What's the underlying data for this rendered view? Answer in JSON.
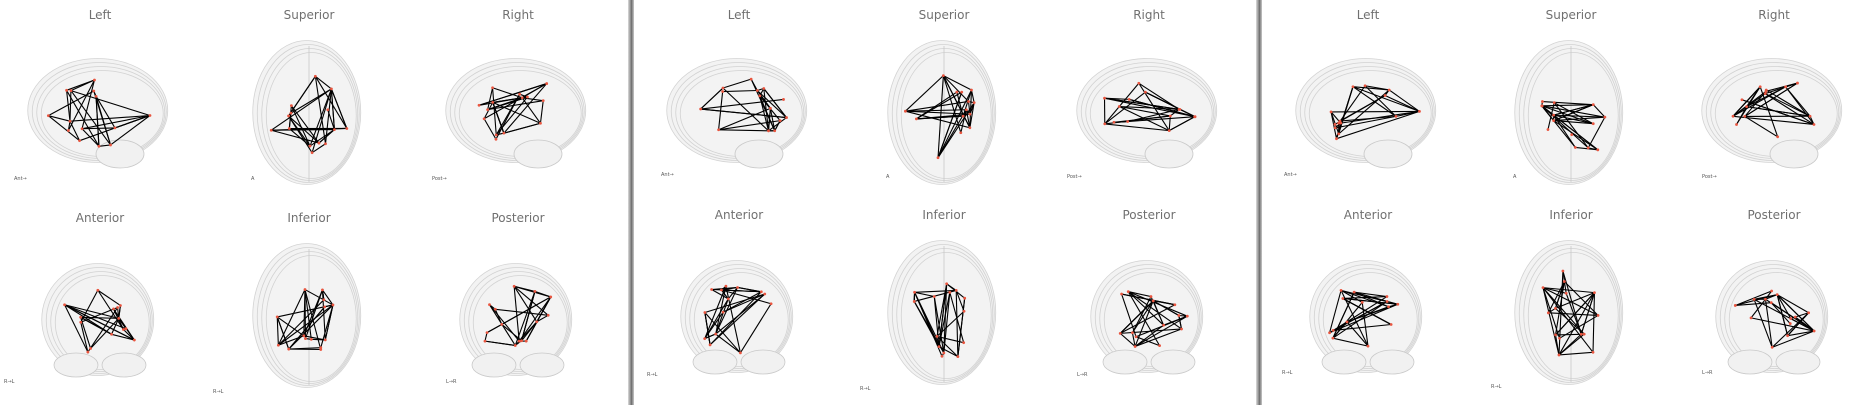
{
  "colors": {
    "edge": "#000000",
    "node": "#e8553f",
    "brain_fill": "#f1f1f1",
    "brain_stroke": "#c9c9c9",
    "title": "#707070"
  },
  "panels": [
    {
      "views": [
        {
          "title": "Left",
          "axis": "Ant→",
          "shape": "lateral",
          "seed": 3
        },
        {
          "title": "Superior",
          "axis": "A",
          "shape": "top",
          "seed": 7
        },
        {
          "title": "Right",
          "axis": "Post→",
          "shape": "lateral",
          "seed": 11
        },
        {
          "title": "Anterior",
          "axis": "R→L",
          "shape": "front",
          "seed": 13
        },
        {
          "title": "Inferior",
          "axis": "R→L",
          "shape": "top",
          "seed": 17
        },
        {
          "title": "Posterior",
          "axis": "L→R",
          "shape": "front",
          "seed": 19
        }
      ]
    },
    {
      "views": [
        {
          "title": "Left",
          "axis": "Ant→",
          "shape": "lateral",
          "seed": 23
        },
        {
          "title": "Superior",
          "axis": "A",
          "shape": "top",
          "seed": 29
        },
        {
          "title": "Right",
          "axis": "Post→",
          "shape": "lateral",
          "seed": 31
        },
        {
          "title": "Anterior",
          "axis": "R→L",
          "shape": "front",
          "seed": 37
        },
        {
          "title": "Inferior",
          "axis": "R→L",
          "shape": "top",
          "seed": 41
        },
        {
          "title": "Posterior",
          "axis": "L→R",
          "shape": "front",
          "seed": 43
        }
      ]
    },
    {
      "views": [
        {
          "title": "Left",
          "axis": "Ant→",
          "shape": "lateral",
          "seed": 47
        },
        {
          "title": "Superior",
          "axis": "A",
          "shape": "top",
          "seed": 53
        },
        {
          "title": "Right",
          "axis": "Post→",
          "shape": "lateral",
          "seed": 59
        },
        {
          "title": "Anterior",
          "axis": "R→L",
          "shape": "front",
          "seed": 61
        },
        {
          "title": "Inferior",
          "axis": "R→L",
          "shape": "top",
          "seed": 67
        },
        {
          "title": "Posterior",
          "axis": "L→R",
          "shape": "front",
          "seed": 71
        }
      ]
    }
  ]
}
